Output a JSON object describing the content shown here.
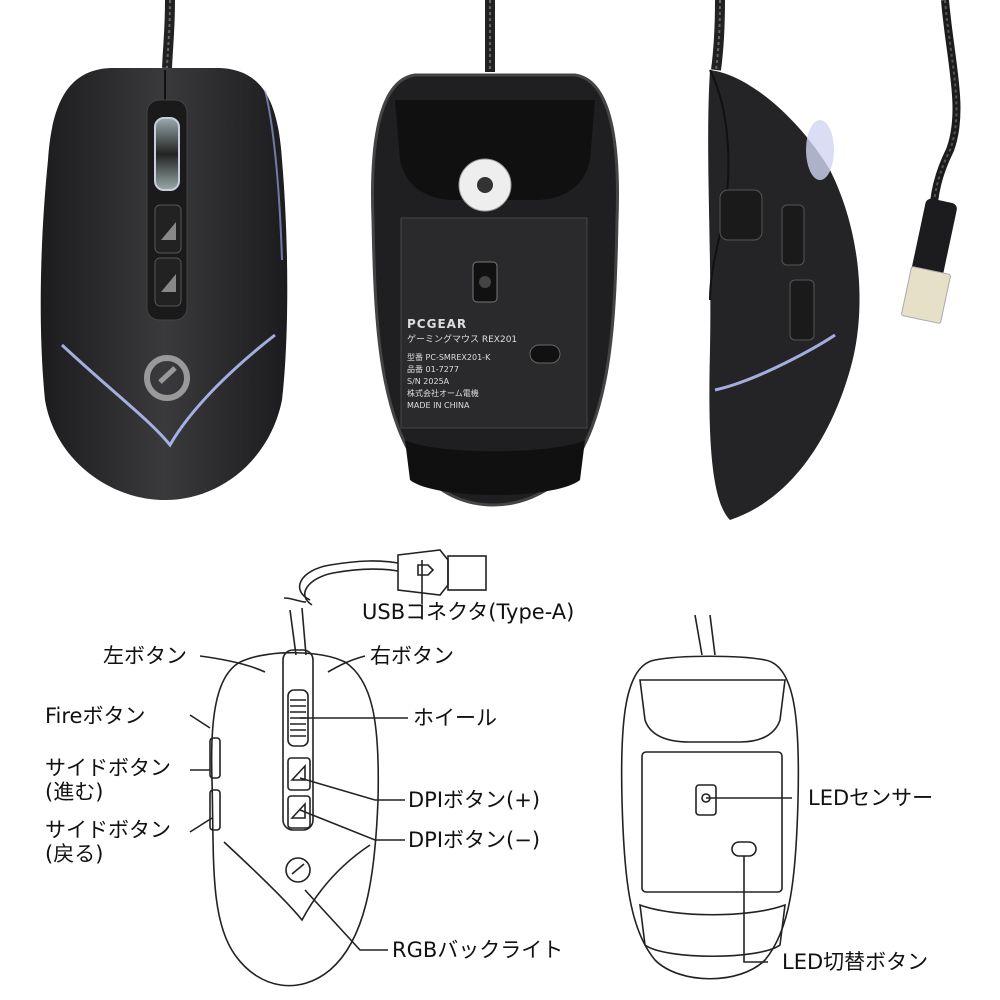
{
  "product": {
    "brand_logo_text": "PCGEAR",
    "bottom_label": {
      "brand": "PCGEAR",
      "model_line": "ゲーミングマウス REX201",
      "type_line": "型番  PC-SMREX201-K",
      "item_line": "品番  01-7277",
      "serial_line": "S/N   2025A",
      "company_line": "株式会社オーム電機",
      "origin_line": "MADE IN CHINA"
    }
  },
  "callouts": {
    "usb_connector": "USBコネクタ(Type-A)",
    "left_button": "左ボタン",
    "right_button": "右ボタン",
    "fire_button": "Fireボタン",
    "wheel": "ホイール",
    "side_forward_1": "サイドボタン",
    "side_forward_2": "(進む)",
    "side_back_1": "サイドボタン",
    "side_back_2": "(戻る)",
    "dpi_plus": "DPIボタン(+)",
    "dpi_minus": "DPIボタン(−)",
    "rgb_backlight": "RGBバックライト",
    "led_sensor": "LEDセンサー",
    "led_toggle": "LED切替ボタン"
  },
  "colors": {
    "mouse_body": "#2b2b2d",
    "backlight": "#b9c7ff",
    "line_art": "#222222"
  }
}
